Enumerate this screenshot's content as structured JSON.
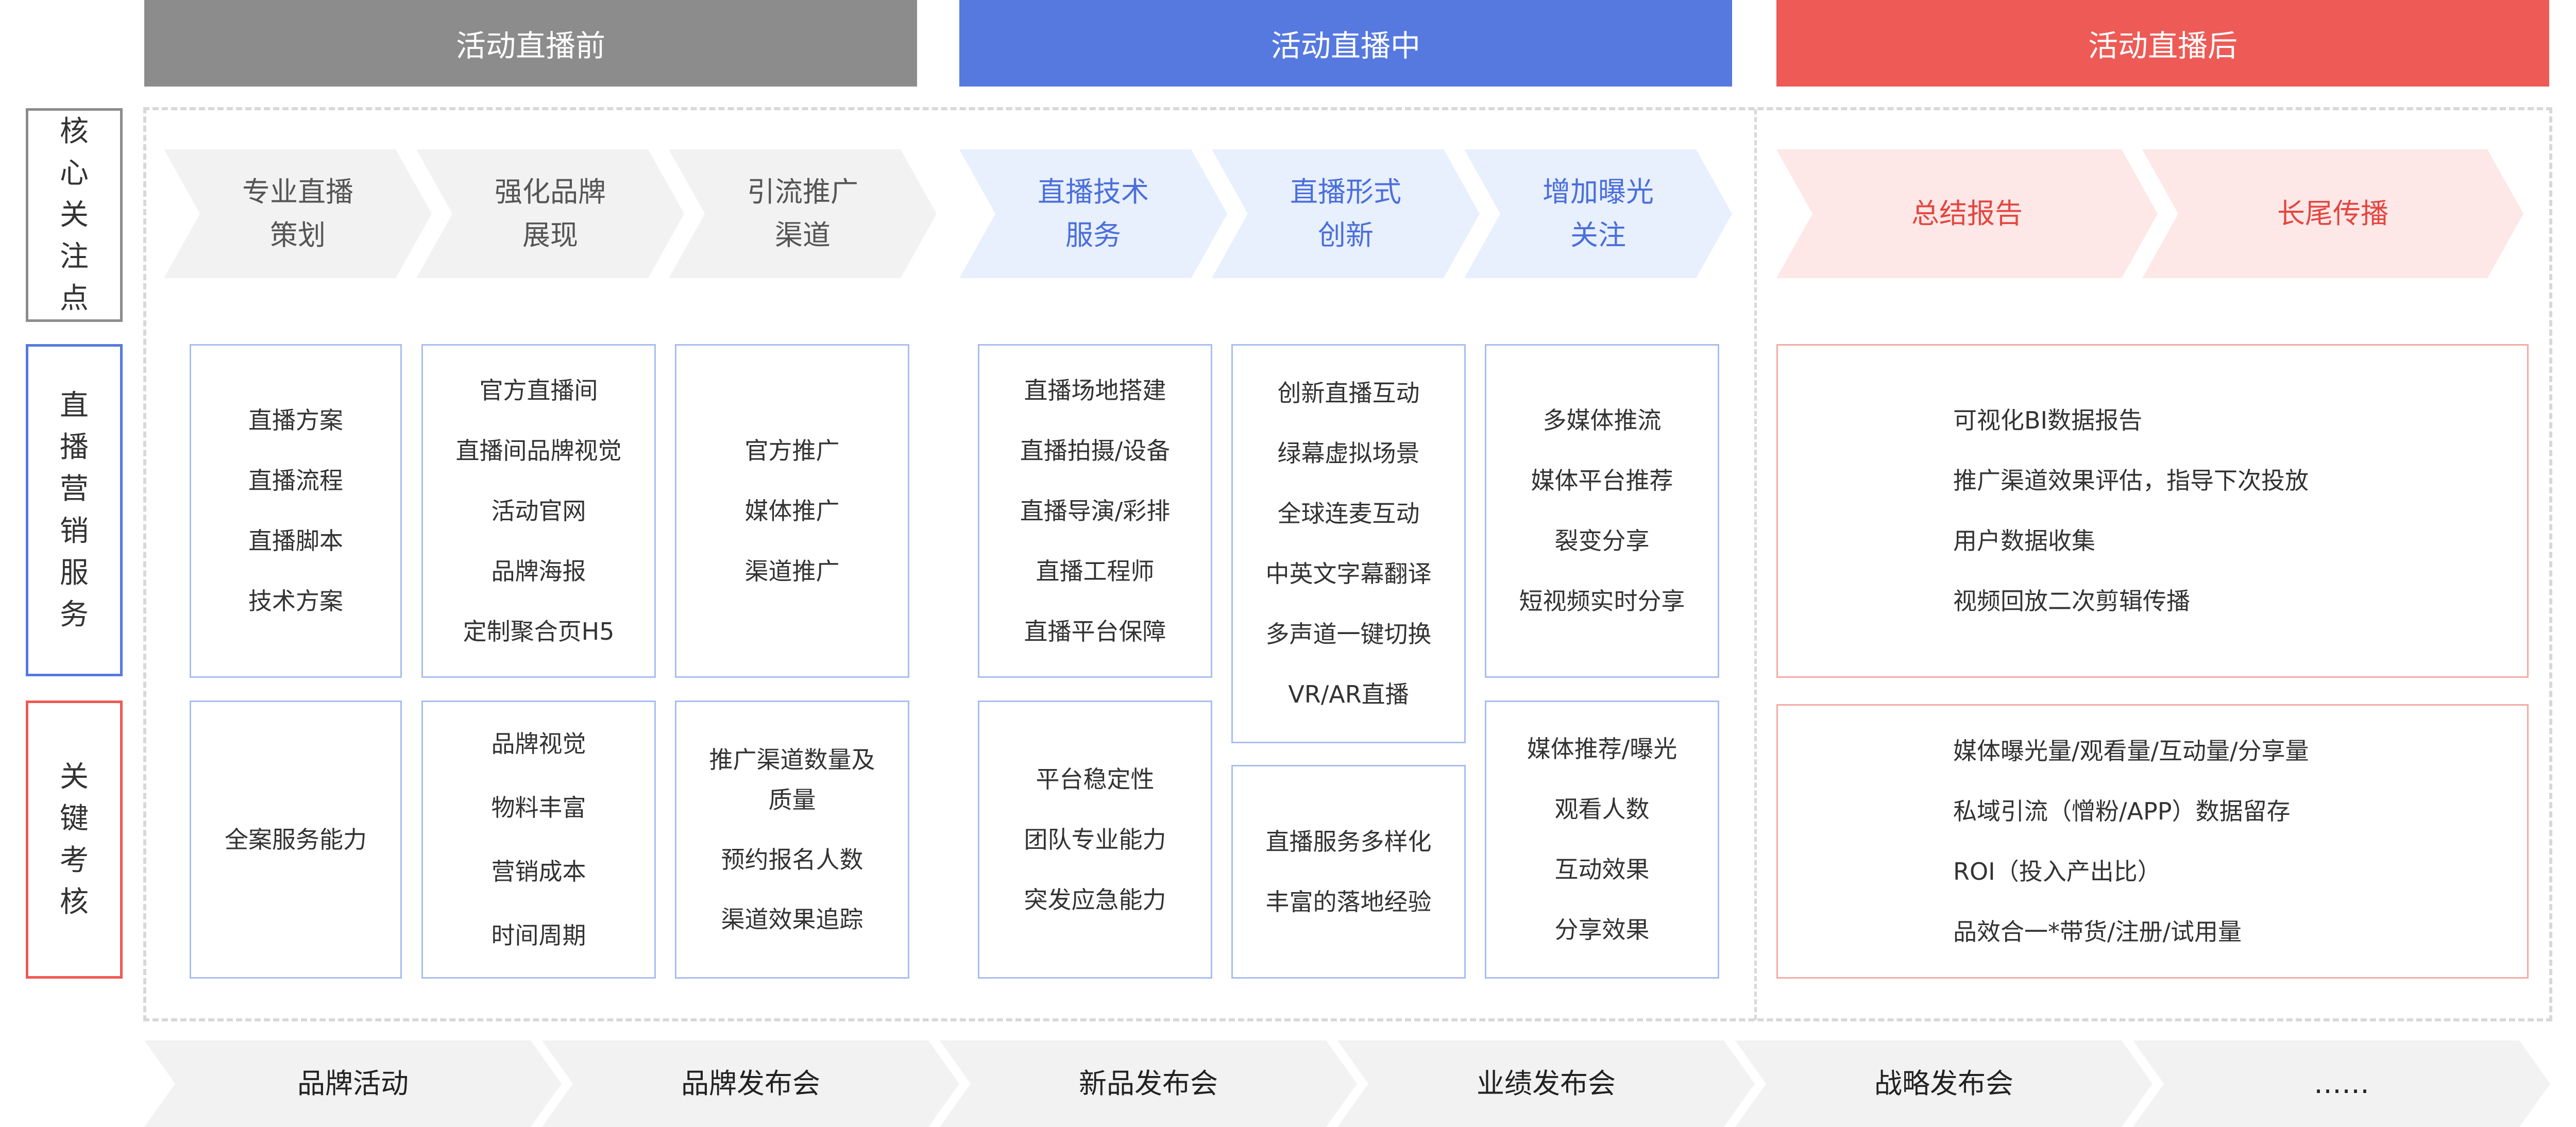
{
  "colors": {
    "gray": "#8c8c8c",
    "blue": "#5679e0",
    "red": "#ee5a55",
    "gray_chevron": "#f2f2f2",
    "blue_chevron": "#e8effd",
    "red_chevron": "#fde8e7",
    "blue_text": "#4a6fdc",
    "red_text": "#e54641"
  },
  "phases": [
    {
      "label": "活动直播前"
    },
    {
      "label": "活动直播中"
    },
    {
      "label": "活动直播后"
    }
  ],
  "row_labels": [
    {
      "chars": [
        "核",
        "心",
        "关",
        "注",
        "点"
      ]
    },
    {
      "chars": [
        "直",
        "播",
        "营",
        "销",
        "服",
        "务"
      ]
    },
    {
      "chars": [
        "关",
        "键",
        "考",
        "核"
      ]
    }
  ],
  "focus_points": [
    {
      "lines": [
        "专业直播",
        "策划"
      ]
    },
    {
      "lines": [
        "强化品牌",
        "展现"
      ]
    },
    {
      "lines": [
        "引流推广",
        "渠道"
      ]
    },
    {
      "lines": [
        "直播技术",
        "服务"
      ]
    },
    {
      "lines": [
        "直播形式",
        "创新"
      ]
    },
    {
      "lines": [
        "增加曝光",
        "关注"
      ]
    },
    {
      "lines": [
        "总结报告"
      ]
    },
    {
      "lines": [
        "长尾传播"
      ]
    }
  ],
  "services": [
    {
      "items": [
        "直播方案",
        "直播流程",
        "直播脚本",
        "技术方案"
      ]
    },
    {
      "items": [
        "官方直播间",
        "直播间品牌视觉",
        "活动官网",
        "品牌海报",
        "定制聚合页H5"
      ]
    },
    {
      "items": [
        "官方推广",
        "媒体推广",
        "渠道推广"
      ]
    },
    {
      "items": [
        "直播场地搭建",
        "直播拍摄/设备",
        "直播导演/彩排",
        "直播工程师",
        "直播平台保障"
      ]
    },
    {
      "items": [
        "创新直播互动",
        "绿幕虚拟场景",
        "全球连麦互动",
        "中英文字幕翻译",
        "多声道一键切换",
        "VR/AR直播"
      ]
    },
    {
      "items": [
        "多媒体推流",
        "媒体平台推荐",
        "裂变分享",
        "短视频实时分享"
      ]
    },
    {
      "items": [
        "可视化BI数据报告",
        "推广渠道效果评估，指导下次投放",
        "用户数据收集",
        "视频回放二次剪辑传播"
      ]
    }
  ],
  "kpis": [
    {
      "items": [
        "全案服务能力"
      ]
    },
    {
      "items": [
        "品牌视觉",
        "物料丰富",
        "营销成本",
        "时间周期"
      ]
    },
    {
      "items": [
        "推广渠道数量及",
        "质量",
        "预约报名人数",
        "渠道效果追踪"
      ]
    },
    {
      "items": [
        "平台稳定性",
        "团队专业能力",
        "突发应急能力"
      ]
    },
    {
      "items": [
        "直播服务多样化",
        "丰富的落地经验"
      ]
    },
    {
      "items": [
        "媒体推荐/曝光",
        "观看人数",
        "互动效果",
        "分享效果"
      ]
    },
    {
      "items": [
        "媒体曝光量/观看量/互动量/分享量",
        "私域引流（憎粉/APP）数据留存",
        "ROI（投入产出比）",
        "品效合一*带货/注册/试用量"
      ]
    }
  ],
  "event_types": [
    {
      "label": "品牌活动"
    },
    {
      "label": "品牌发布会"
    },
    {
      "label": "新品发布会"
    },
    {
      "label": "业绩发布会"
    },
    {
      "label": "战略发布会"
    },
    {
      "label": "……"
    }
  ]
}
